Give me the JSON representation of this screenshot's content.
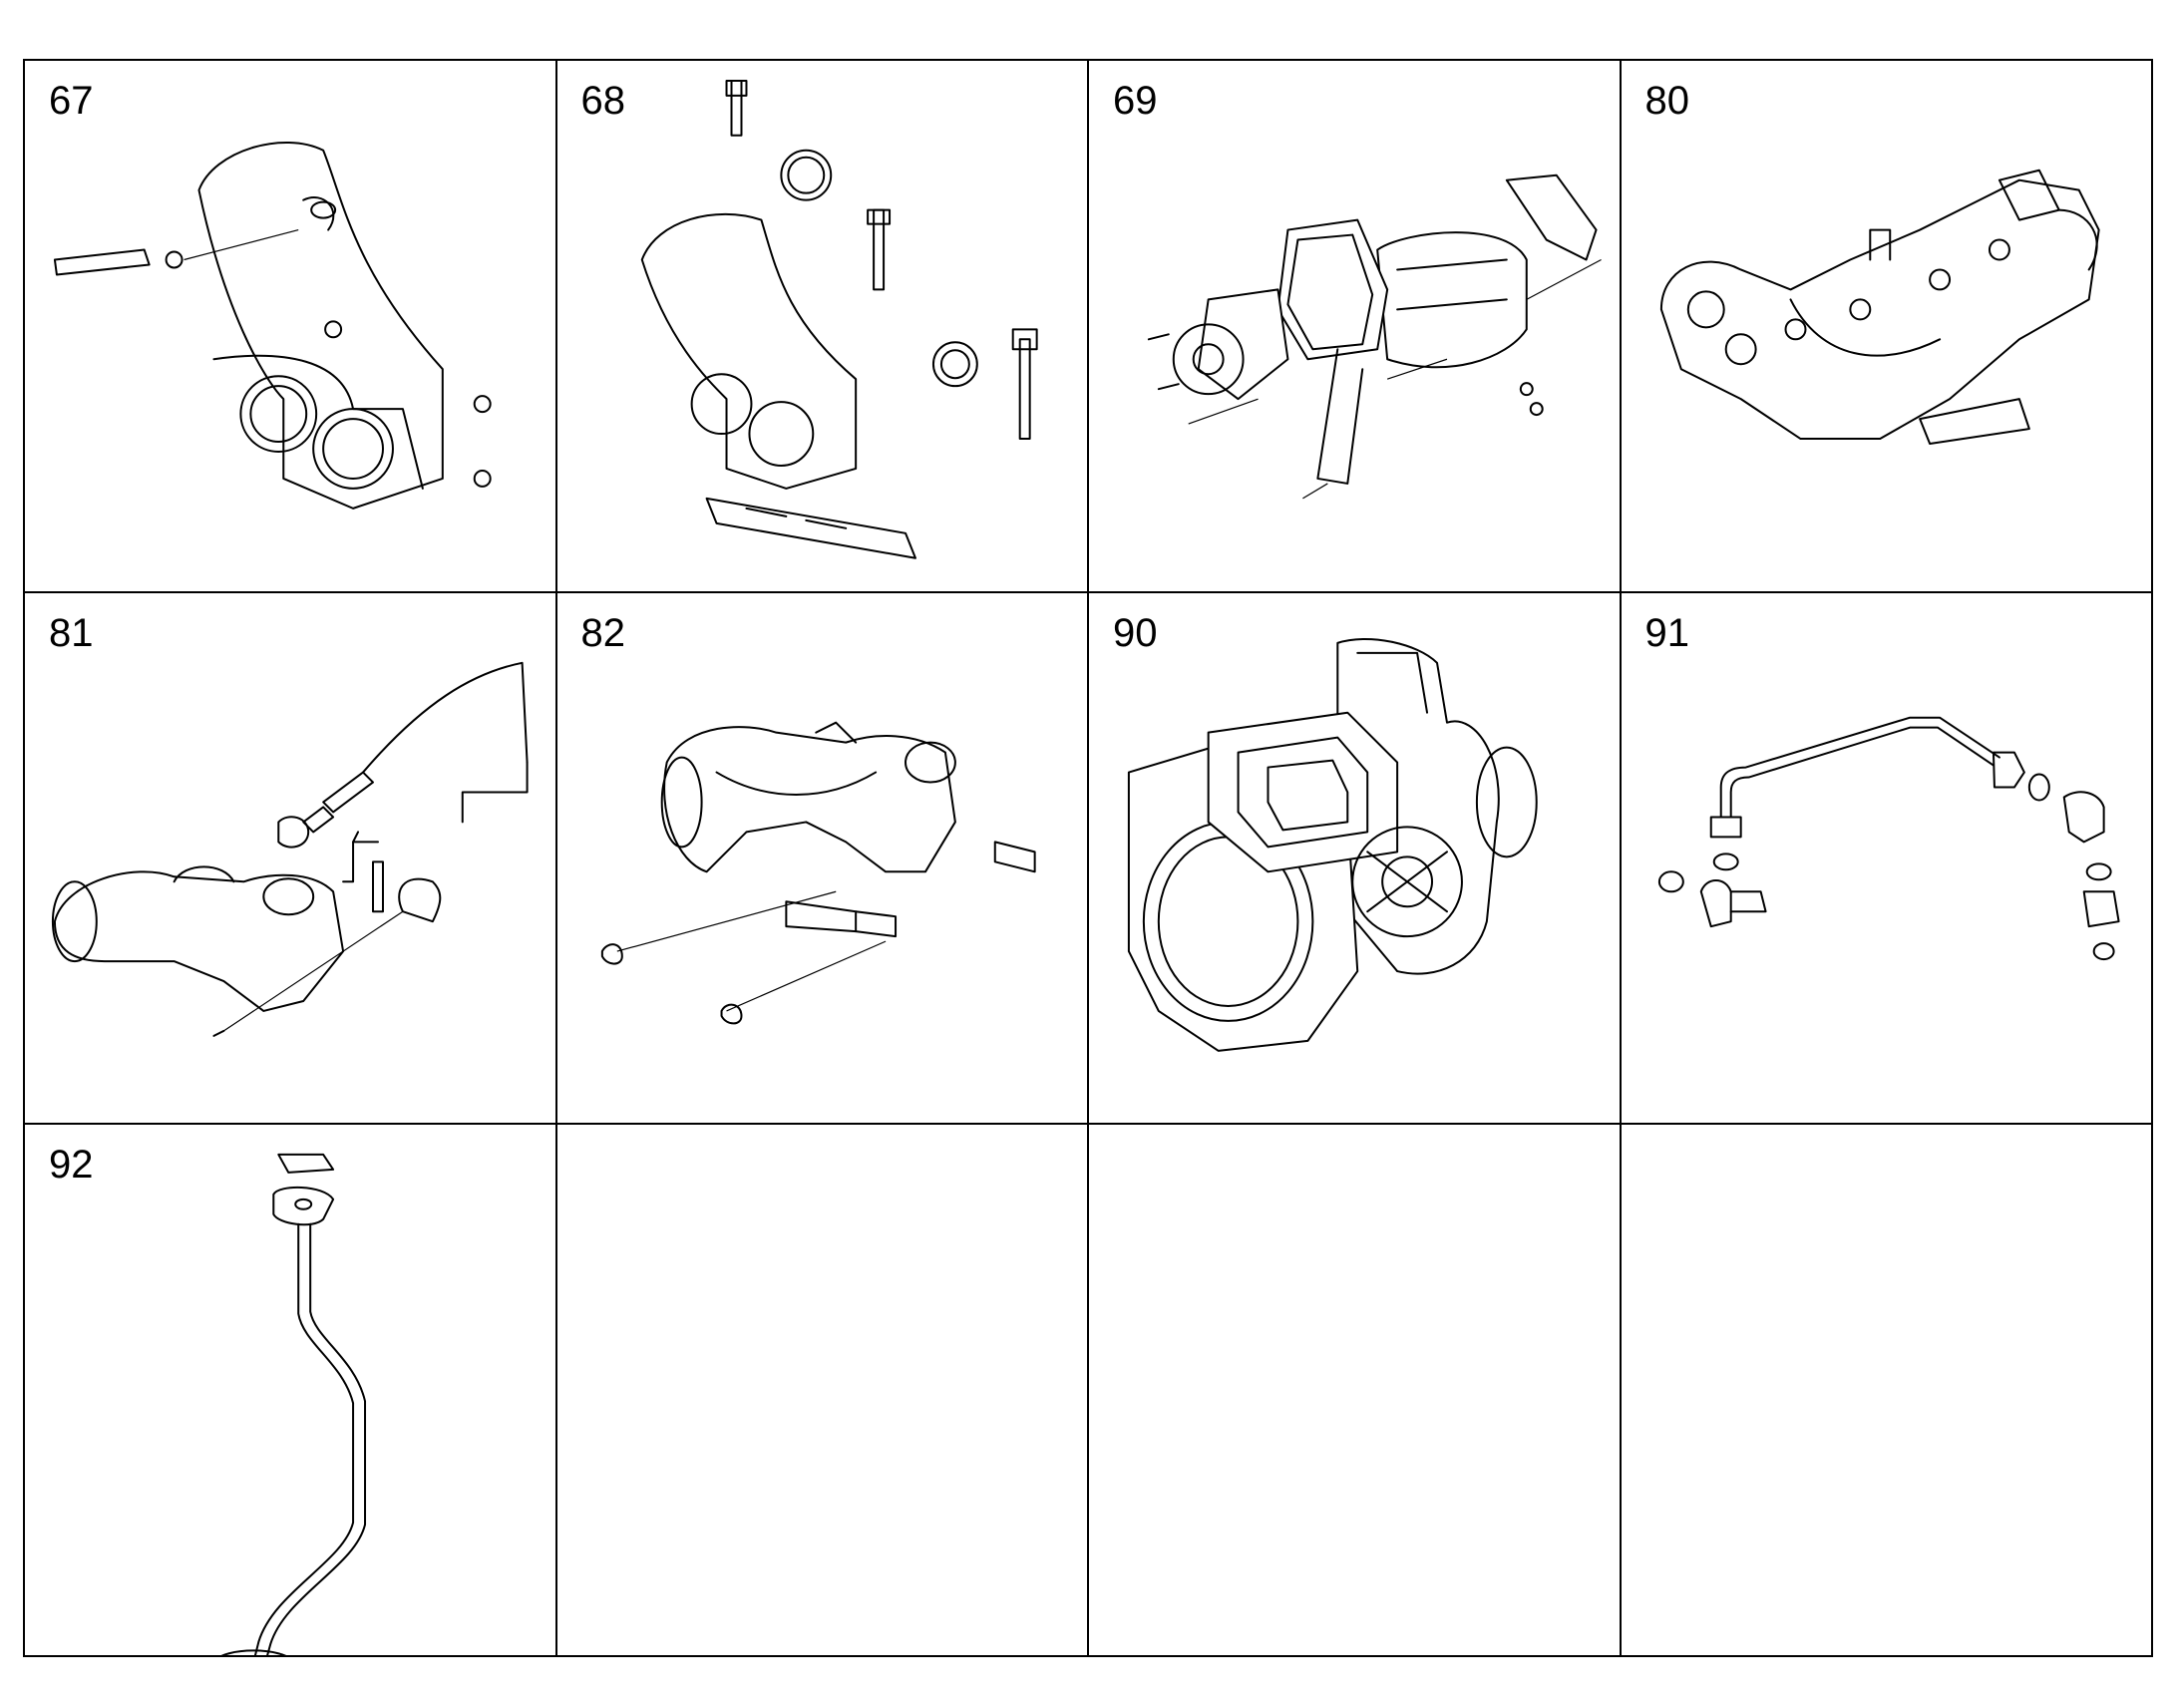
{
  "cells": [
    {
      "label": "67",
      "drawing": "intake-manifold-icon"
    },
    {
      "label": "68",
      "drawing": "intake-manifold-gasket-kit-icon"
    },
    {
      "label": "69",
      "drawing": "water-pump-housing-icon"
    },
    {
      "label": "80",
      "drawing": "exhaust-manifold-icon"
    },
    {
      "label": "81",
      "drawing": "exhaust-elbow-sensor-icon"
    },
    {
      "label": "82",
      "drawing": "exhaust-elbow-bracket-icon"
    },
    {
      "label": "90",
      "drawing": "turbocharger-icon"
    },
    {
      "label": "91",
      "drawing": "oil-feed-line-icon"
    },
    {
      "label": "92",
      "drawing": "oil-return-line-icon"
    },
    {
      "label": "",
      "drawing": ""
    },
    {
      "label": "",
      "drawing": ""
    },
    {
      "label": "",
      "drawing": ""
    }
  ]
}
